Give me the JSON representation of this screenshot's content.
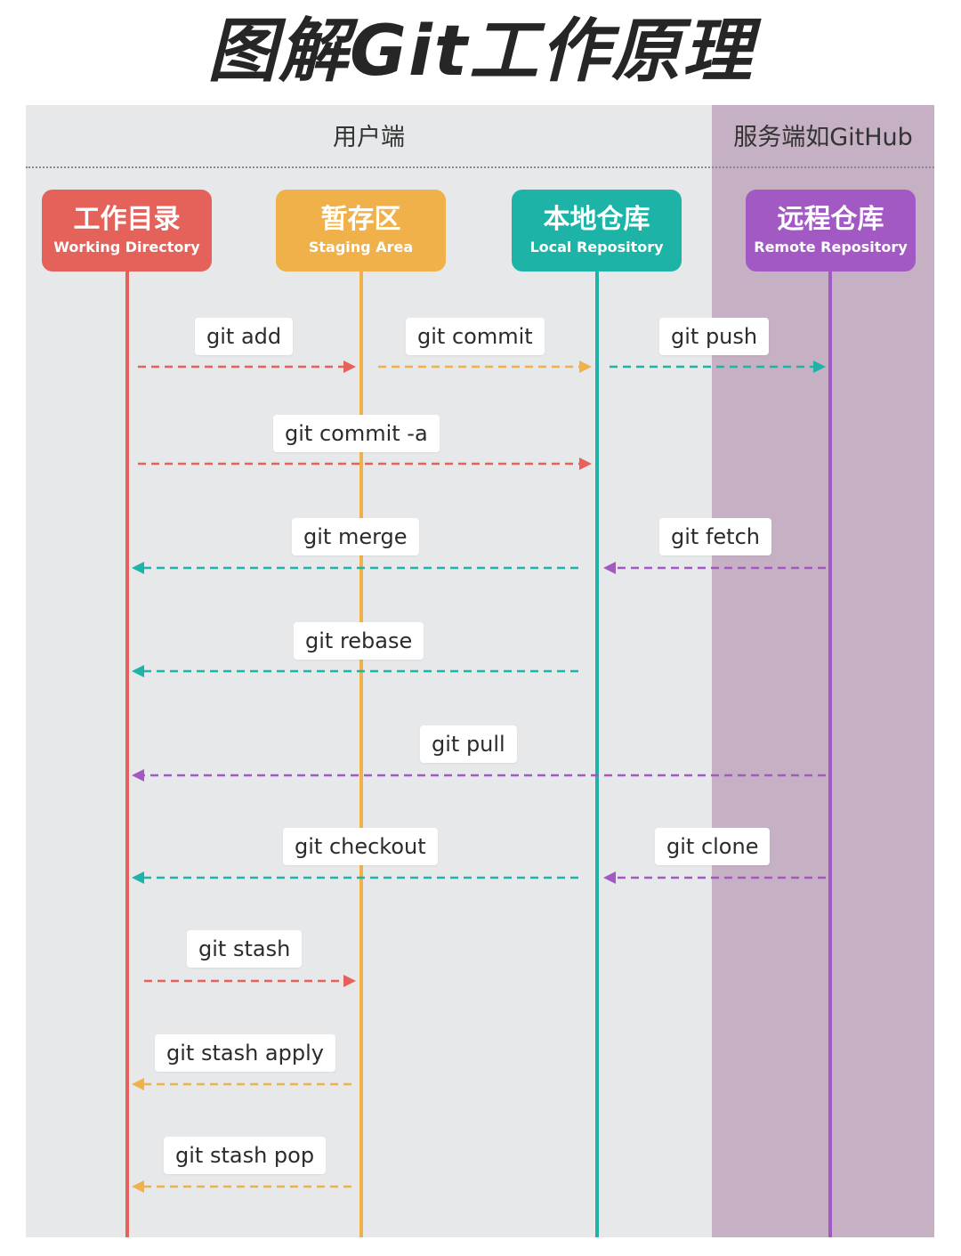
{
  "title": "图解Git工作原理",
  "zones": {
    "client": "用户端",
    "server": "服务端如GitHub"
  },
  "areas": [
    {
      "id": "working",
      "zh": "工作目录",
      "en": "Working Directory",
      "color": "#e4625a"
    },
    {
      "id": "staging",
      "zh": "暂存区",
      "en": "Staging Area",
      "color": "#f0b04a"
    },
    {
      "id": "local",
      "zh": "本地仓库",
      "en": "Local Repository",
      "color": "#1db3a6"
    },
    {
      "id": "remote",
      "zh": "远程仓库",
      "en": "Remote Repository",
      "color": "#a259c4"
    }
  ],
  "commands": [
    {
      "label": "git add",
      "from": "working",
      "to": "staging"
    },
    {
      "label": "git commit",
      "from": "staging",
      "to": "local"
    },
    {
      "label": "git push",
      "from": "local",
      "to": "remote"
    },
    {
      "label": "git commit -a",
      "from": "working",
      "to": "local"
    },
    {
      "label": "git merge",
      "from": "local",
      "to": "working"
    },
    {
      "label": "git fetch",
      "from": "remote",
      "to": "local"
    },
    {
      "label": "git rebase",
      "from": "local",
      "to": "working"
    },
    {
      "label": "git pull",
      "from": "remote",
      "to": "working"
    },
    {
      "label": "git checkout",
      "from": "local",
      "to": "working"
    },
    {
      "label": "git clone",
      "from": "remote",
      "to": "local"
    },
    {
      "label": "git stash",
      "from": "working",
      "to": "staging"
    },
    {
      "label": "git stash apply",
      "from": "staging",
      "to": "working"
    },
    {
      "label": "git stash pop",
      "from": "staging",
      "to": "working"
    }
  ]
}
